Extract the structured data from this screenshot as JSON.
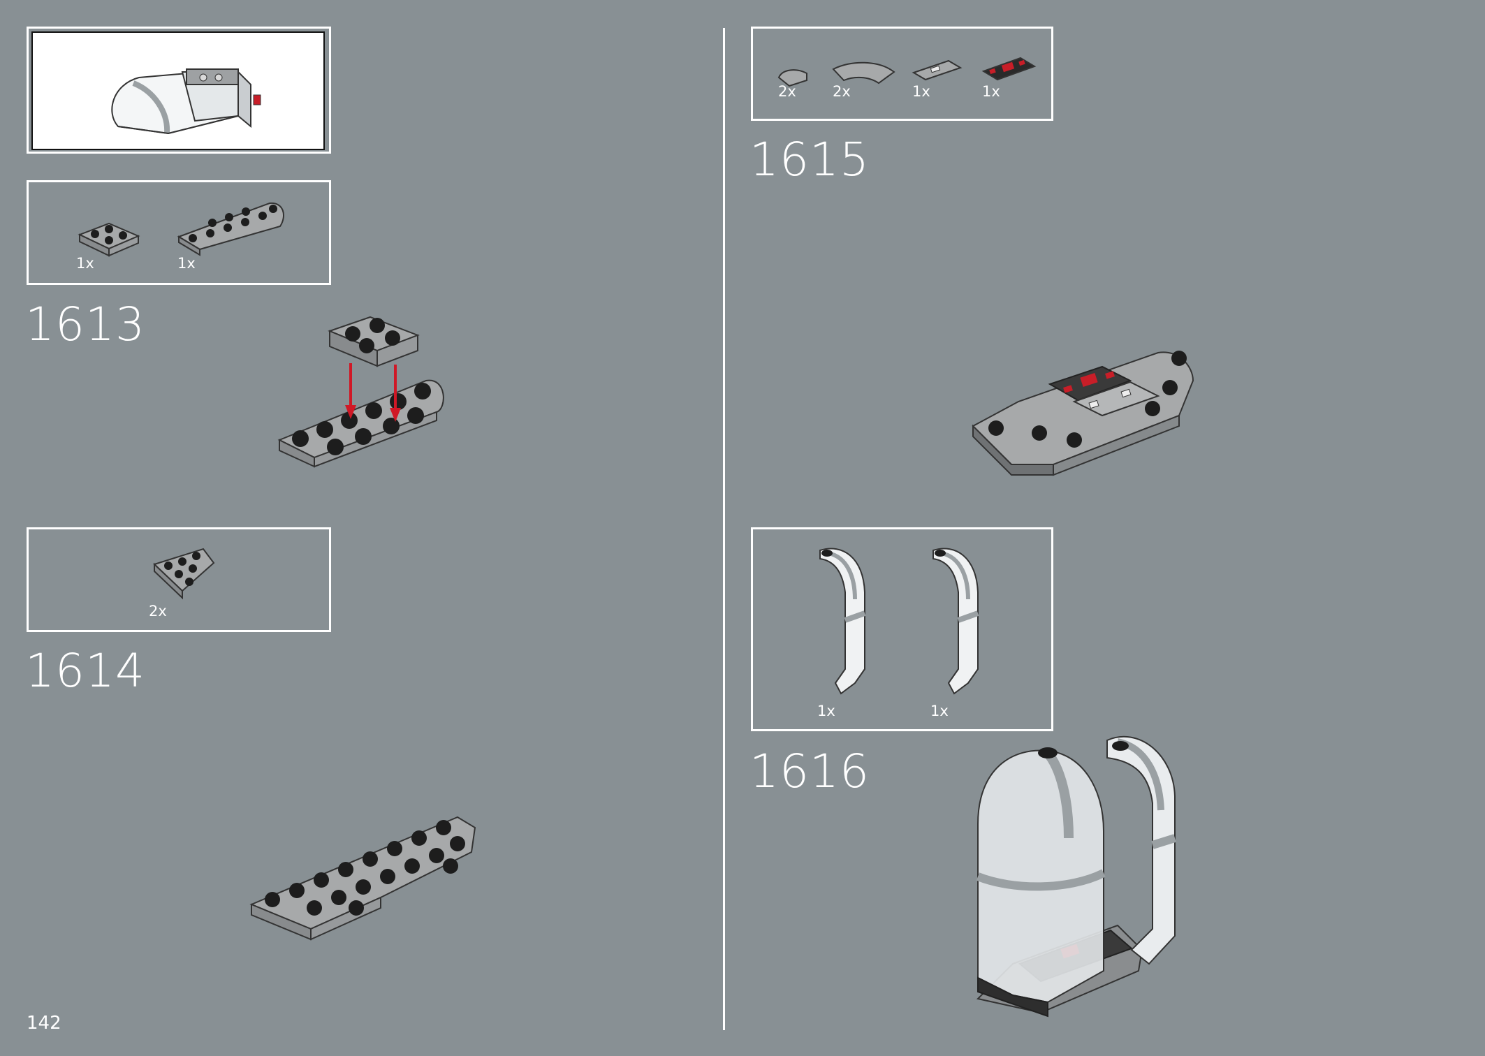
{
  "page_number": "142",
  "steps": {
    "s1613": {
      "number": "1613",
      "parts": [
        {
          "qty": "1x"
        },
        {
          "qty": "1x"
        }
      ]
    },
    "s1614": {
      "number": "1614",
      "parts": [
        {
          "qty": "2x"
        }
      ]
    },
    "s1615": {
      "number": "1615",
      "parts": [
        {
          "qty": "2x"
        },
        {
          "qty": "2x"
        },
        {
          "qty": "1x"
        },
        {
          "qty": "1x"
        }
      ]
    },
    "s1616": {
      "number": "1616",
      "parts": [
        {
          "qty": "1x"
        },
        {
          "qty": "1x"
        }
      ]
    }
  },
  "colors": {
    "background": "#889094",
    "frame": "#ffffff",
    "arrow": "#d01826",
    "brick_gray": "#a7a9aa",
    "stud_black": "#1d1d1d",
    "accent_red": "#c81e28"
  }
}
